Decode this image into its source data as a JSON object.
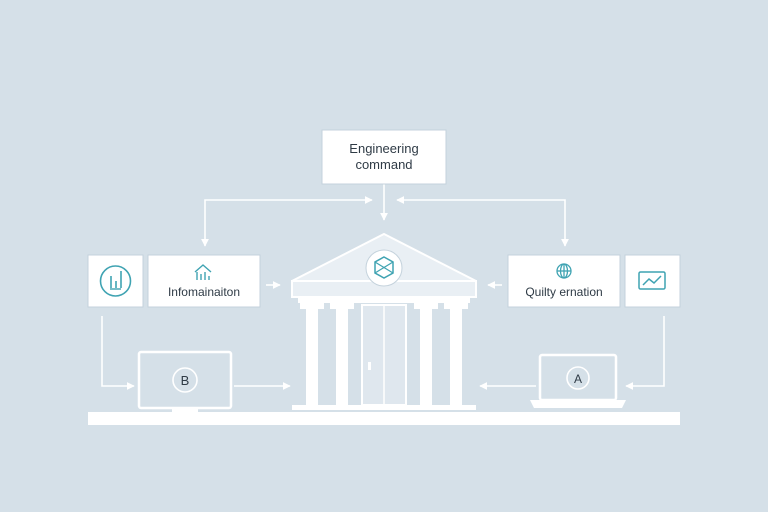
{
  "diagram": {
    "top_box": {
      "line1": "Engineering",
      "line2": "command"
    },
    "left_box": {
      "label": "Infomainaiton",
      "icon": "building-chart-icon"
    },
    "right_box": {
      "label": "Quilty ernation",
      "icon": "globe-grid-icon"
    },
    "left_icon_tile": {
      "icon": "circle-chart-icon"
    },
    "right_icon_tile": {
      "icon": "screen-chart-icon"
    },
    "center": {
      "icon": "hexagon-cube-icon"
    },
    "left_monitor": {
      "icon": "circle-b-icon",
      "glyph": "B"
    },
    "right_laptop": {
      "icon": "circle-a-icon",
      "glyph": "A"
    },
    "colors": {
      "background": "#d5e0e8",
      "panel": "#ffffff",
      "connector": "#ffffff",
      "accent": "#3fa3b2",
      "text": "#2f3b46"
    }
  }
}
